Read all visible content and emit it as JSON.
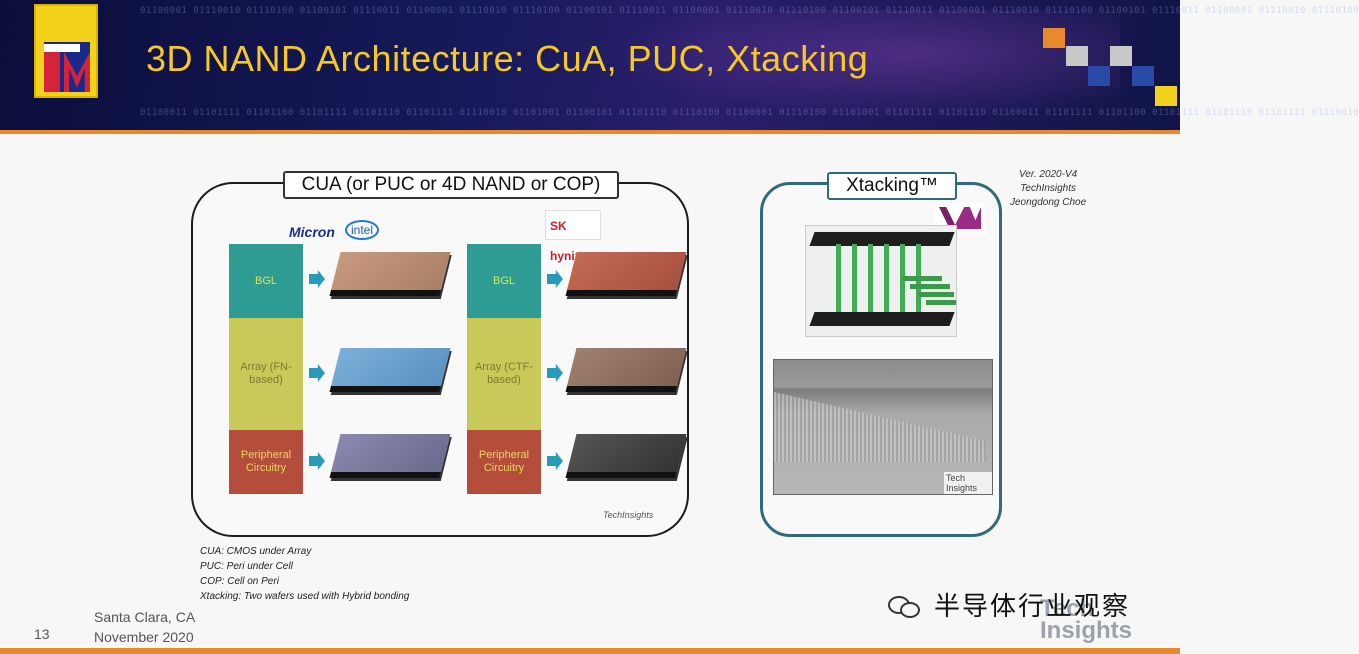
{
  "header": {
    "title": "3D NAND Architecture: CuA, PUC, Xtacking",
    "binary_top": "01100001 01110010 01110100 01100101 01110011 01100001 01110010 01110100 01100101 01110011 01100001 01110010 01110100 01100101 01110011 01100001 01110010 01110100 01100101 01110011 01100001 01110010 01110100",
    "binary_bottom": "01100011 01101111 01101100 01101111 01101110 01101111 01110010 01101001 01100101 01101110 01110100 01100001 01110100 01101001 01101111 01101110 01100011 01101111 01101100 01101111 01101110 01101111 01110010",
    "accent_colors": [
      "#f6c826",
      "#e88a2c",
      "#1c2e8e"
    ]
  },
  "cua_panel": {
    "title": "CUA (or PUC or 4D NAND or COP)",
    "brands": {
      "micron": "Micron",
      "intel": "intel",
      "sk": "SK hynix"
    },
    "left_stack": {
      "bl": "BGL",
      "array": "Array (FN-based)",
      "peri": "Peripheral Circuitry"
    },
    "right_stack": {
      "bl": "BGL",
      "array": "Array (CTF-based)",
      "peri": "Peripheral Circuitry"
    },
    "credit": "TechInsights"
  },
  "xtacking_panel": {
    "title": "Xtacking™",
    "sem_tag": "Tech Insights"
  },
  "credit_note": {
    "line1": "Ver. 2020-V4",
    "line2": "TechInsights",
    "line3": "Jeongdong Choe"
  },
  "legend": {
    "l1": "CUA: CMOS under Array",
    "l2": "PUC: Peri under Cell",
    "l3": "COP: Cell on Peri",
    "l4": "Xtacking: Two wafers used with Hybrid bonding"
  },
  "footer": {
    "location": "Santa Clara, CA",
    "date": "November 2020",
    "slide_number": "13",
    "watermark": "半导体行业观察",
    "ti_logo_1": "Tech",
    "ti_logo_2": "Insights"
  }
}
